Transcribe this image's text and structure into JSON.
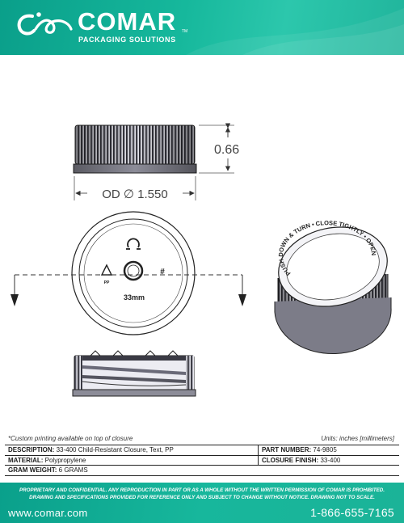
{
  "header": {
    "brand": "COMAR",
    "tm": "TM",
    "tagline": "PACKAGING SOLUTIONS"
  },
  "drawing": {
    "height_dim": "0.66",
    "od_dim": "OD ∅ 1.550",
    "size_mark": "33mm",
    "cap_text": "PUSH DOWN & TURN • CLOSE TIGHTLY • OPEN"
  },
  "notes": {
    "custom": "*Custom printing available on top of closure",
    "units": "Units: inches [millimeters]"
  },
  "specs": {
    "description_label": "DESCRIPTION:",
    "description": "33-400 Child-Resistant Closure, Text, PP",
    "part_label": "PART NUMBER:",
    "part": "74-9805",
    "material_label": "MATERIAL:",
    "material": "Polypropylene",
    "finish_label": "CLOSURE FINISH:",
    "finish": "33-400",
    "weight_label": "GRAM WEIGHT:",
    "weight": "6 GRAMS"
  },
  "footer": {
    "disclaimer_1": "PROPRIETARY AND CONFIDENTIAL. ANY REPRODUCTION IN PART OR AS A WHOLE WITHOUT THE WRITTEN PERMISSION OF COMAR IS PROHIBITED.",
    "disclaimer_2": "DRAWING AND SPECIFICATIONS PROVIDED FOR REFERENCE ONLY AND SUBJECT TO CHANGE WITHOUT NOTICE. DRAWING NOT TO SCALE.",
    "website": "www.comar.com",
    "phone": "1-866-655-7165"
  }
}
